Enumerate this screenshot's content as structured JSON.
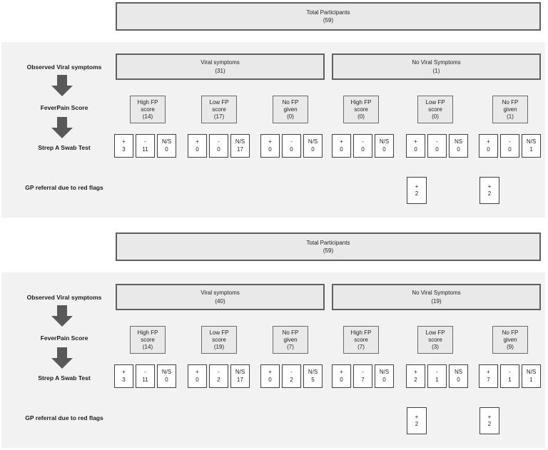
{
  "colors": {
    "band_background": "#f2f2f2",
    "box_fill": "#e9e9e9",
    "box_border": "#606060",
    "small_box_border": "#414141",
    "arrow": "#595959",
    "text": "#1c1c1c"
  },
  "icons": {
    "down_arrow": "block-down-arrow"
  },
  "panels": [
    {
      "total": {
        "title": "Total Participants",
        "count": "(59)"
      },
      "row_labels": {
        "observed": "Observed Viral symptoms",
        "feverpain": "FeverPain Score",
        "swab": "Strep A Swab Test",
        "gp": "GP referral due to red flags"
      },
      "branches": [
        {
          "title": "Viral symptoms",
          "count": "(31)"
        },
        {
          "title": "No Viral Symptoms",
          "count": "(1)"
        }
      ],
      "fp_boxes": [
        {
          "line1": "High FP",
          "line2": "score",
          "count": "(14)"
        },
        {
          "line1": "Low FP",
          "line2": "score",
          "count": "(17)"
        },
        {
          "line1": "No FP",
          "line2": "given",
          "count": "(0)"
        },
        {
          "line1": "High FP",
          "line2": "score",
          "count": "(0)"
        },
        {
          "line1": "Low FP",
          "line2": "score",
          "count": "(0)"
        },
        {
          "line1": "No FP",
          "line2": "given",
          "count": "(1)"
        }
      ],
      "swab_groups": [
        [
          {
            "sign": "+",
            "value": "3"
          },
          {
            "sign": "-",
            "value": "11"
          },
          {
            "sign": "N/S",
            "value": "0"
          }
        ],
        [
          {
            "sign": "+",
            "value": "0"
          },
          {
            "sign": "-",
            "value": "0"
          },
          {
            "sign": "N/S",
            "value": "17"
          }
        ],
        [
          {
            "sign": "+",
            "value": "0"
          },
          {
            "sign": "-",
            "value": "0"
          },
          {
            "sign": "N/S",
            "value": "0"
          }
        ],
        [
          {
            "sign": "+",
            "value": "0"
          },
          {
            "sign": "-",
            "value": "0"
          },
          {
            "sign": "N/S",
            "value": "0"
          }
        ],
        [
          {
            "sign": "+",
            "value": "0"
          },
          {
            "sign": "-",
            "value": "0"
          },
          {
            "sign": "NS",
            "value": "0"
          }
        ],
        [
          {
            "sign": "+",
            "value": "0"
          },
          {
            "sign": "-",
            "value": "0"
          },
          {
            "sign": "N/S",
            "value": "1"
          }
        ]
      ],
      "gp_boxes": [
        {
          "sign": "+",
          "value": "2"
        },
        {
          "sign": "+",
          "value": "2"
        }
      ]
    },
    {
      "total": {
        "title": "Total Participants",
        "count": "(59)"
      },
      "row_labels": {
        "observed": "Observed Viral symptoms",
        "feverpain": "FeverPain Score",
        "swab": "Strep A Swab Test",
        "gp": "GP referral due to red flags"
      },
      "branches": [
        {
          "title": "Viral symptoms",
          "count": "(40)"
        },
        {
          "title": "No Viral Symptoms",
          "count": "(19)"
        }
      ],
      "fp_boxes": [
        {
          "line1": "High FP",
          "line2": "score",
          "count": "(14)"
        },
        {
          "line1": "Low FP",
          "line2": "score",
          "count": "(19)"
        },
        {
          "line1": "No FP",
          "line2": "given",
          "count": "(7)"
        },
        {
          "line1": "High FP",
          "line2": "score",
          "count": "(7)"
        },
        {
          "line1": "Low FP",
          "line2": "score",
          "count": "(3)"
        },
        {
          "line1": "No FP",
          "line2": "given",
          "count": "(9)"
        }
      ],
      "swab_groups": [
        [
          {
            "sign": "+",
            "value": "3"
          },
          {
            "sign": "-",
            "value": "11"
          },
          {
            "sign": "N/S",
            "value": "0"
          }
        ],
        [
          {
            "sign": "+",
            "value": "0"
          },
          {
            "sign": "-",
            "value": "2"
          },
          {
            "sign": "N/S",
            "value": "17"
          }
        ],
        [
          {
            "sign": "+",
            "value": "0"
          },
          {
            "sign": "-",
            "value": "2"
          },
          {
            "sign": "N/S",
            "value": "5"
          }
        ],
        [
          {
            "sign": "+",
            "value": "0"
          },
          {
            "sign": "-",
            "value": "7"
          },
          {
            "sign": "N/S",
            "value": "0"
          }
        ],
        [
          {
            "sign": "+",
            "value": "2"
          },
          {
            "sign": "-",
            "value": "1"
          },
          {
            "sign": "NS",
            "value": "0"
          }
        ],
        [
          {
            "sign": "+",
            "value": "7"
          },
          {
            "sign": "-",
            "value": "1"
          },
          {
            "sign": "N/S",
            "value": "1"
          }
        ]
      ],
      "gp_boxes": [
        {
          "sign": "+",
          "value": "2"
        },
        {
          "sign": "+",
          "value": "2"
        }
      ]
    }
  ]
}
